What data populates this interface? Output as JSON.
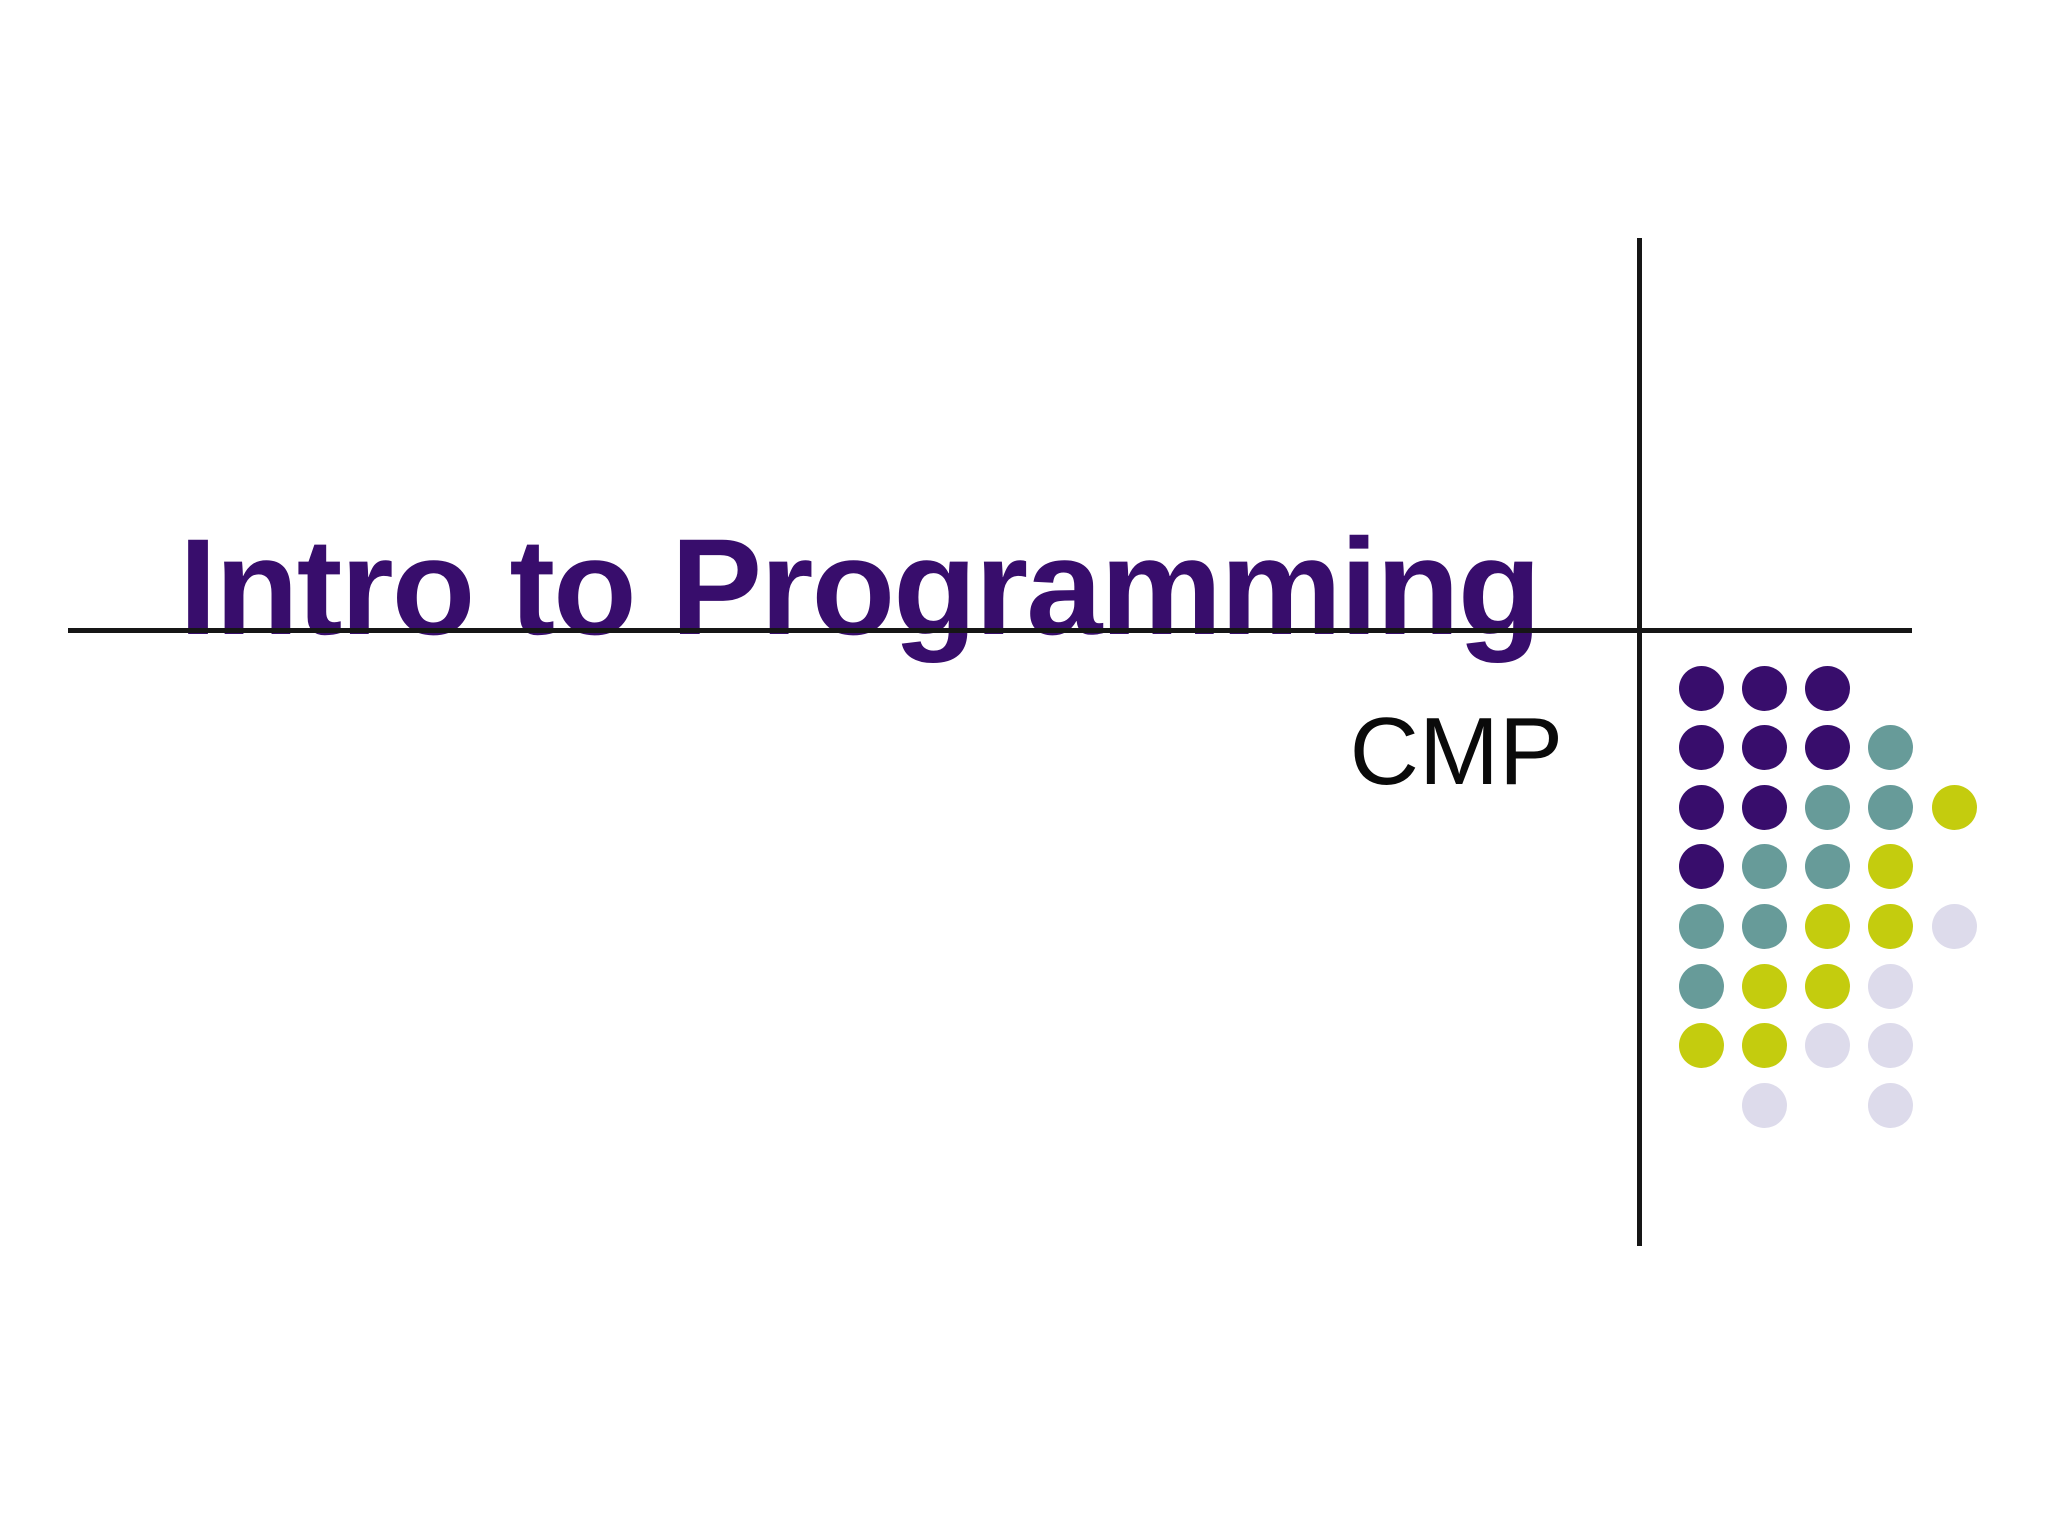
{
  "slide": {
    "title": "Intro to Programming",
    "subtitle": "CMP"
  },
  "colors": {
    "background": "#FFFFFF",
    "title_text": "#380D6C",
    "subtitle_text": "#0A0A0A",
    "line": "#161616",
    "dot_purple": "#380D6C",
    "dot_teal": "#679B99",
    "dot_yellow": "#C4CC0E",
    "dot_lavender": "#DDDBEB"
  },
  "decoration": {
    "dot_grid": {
      "legend": {
        "P": "dot_purple",
        "T": "dot_teal",
        "Y": "dot_yellow",
        "L": "dot_lavender"
      },
      "rows": [
        "PPP..",
        "PPPT.",
        "PPTTY",
        "PTTY.",
        "TTYYL",
        "TYYL.",
        "YYLL.",
        ".L.L."
      ]
    }
  }
}
